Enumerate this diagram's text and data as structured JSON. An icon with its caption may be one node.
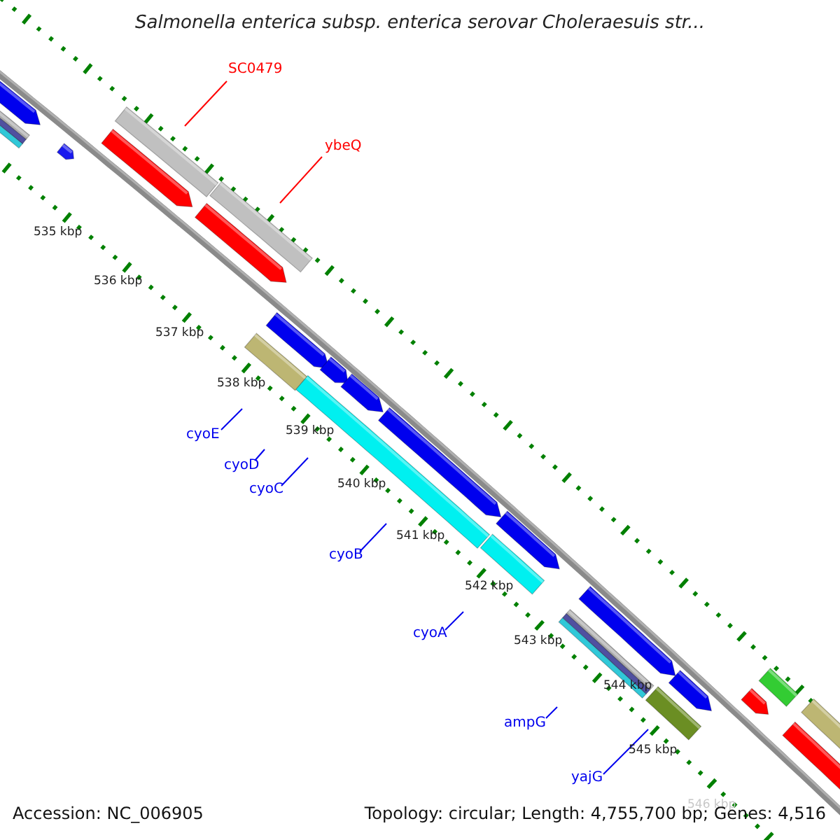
{
  "diagram": {
    "title": "Salmonella enterica subsp. enterica serovar Choleraesuis str...",
    "nodes": [
      {
        "text": [
          "SC0479"
        ]
      },
      {
        "text": [
          "ybeQ"
        ]
      },
      {
        "text": [
          "cyoE"
        ]
      },
      {
        "text": [
          "cyoD"
        ]
      },
      {
        "text": [
          "cyoC"
        ]
      },
      {
        "text": [
          "cyoB"
        ]
      },
      {
        "text": [
          "cyoA"
        ]
      },
      {
        "text": [
          "ampG"
        ]
      },
      {
        "text": [
          "yajG"
        ]
      }
    ],
    "edges": [
      {
        "from": 0,
        "to": null,
        "arrow": "none",
        "color": "#ff0000"
      },
      {
        "from": 1,
        "to": null,
        "arrow": "none",
        "color": "#ff0000"
      },
      {
        "from": 2,
        "to": null,
        "arrow": "none"
      },
      {
        "from": 3,
        "to": null,
        "arrow": "none"
      },
      {
        "from": 4,
        "to": null,
        "arrow": "none"
      },
      {
        "from": 5,
        "to": null,
        "arrow": "none"
      },
      {
        "from": 6,
        "to": null,
        "arrow": "none"
      },
      {
        "from": 7,
        "to": null,
        "arrow": "none"
      },
      {
        "from": 8,
        "to": null,
        "arrow": "none"
      }
    ],
    "labels": [
      "535 kbp",
      "536 kbp",
      "537 kbp",
      "538 kbp",
      "539 kbp",
      "540 kbp",
      "541 kbp",
      "542 kbp",
      "543 kbp",
      "544 kbp",
      "545 kbp",
      "546 kbp",
      "Accession: NC_006905",
      "Topology: circular; Length: 4,755,700 bp; Genes: 4,516"
    ]
  }
}
